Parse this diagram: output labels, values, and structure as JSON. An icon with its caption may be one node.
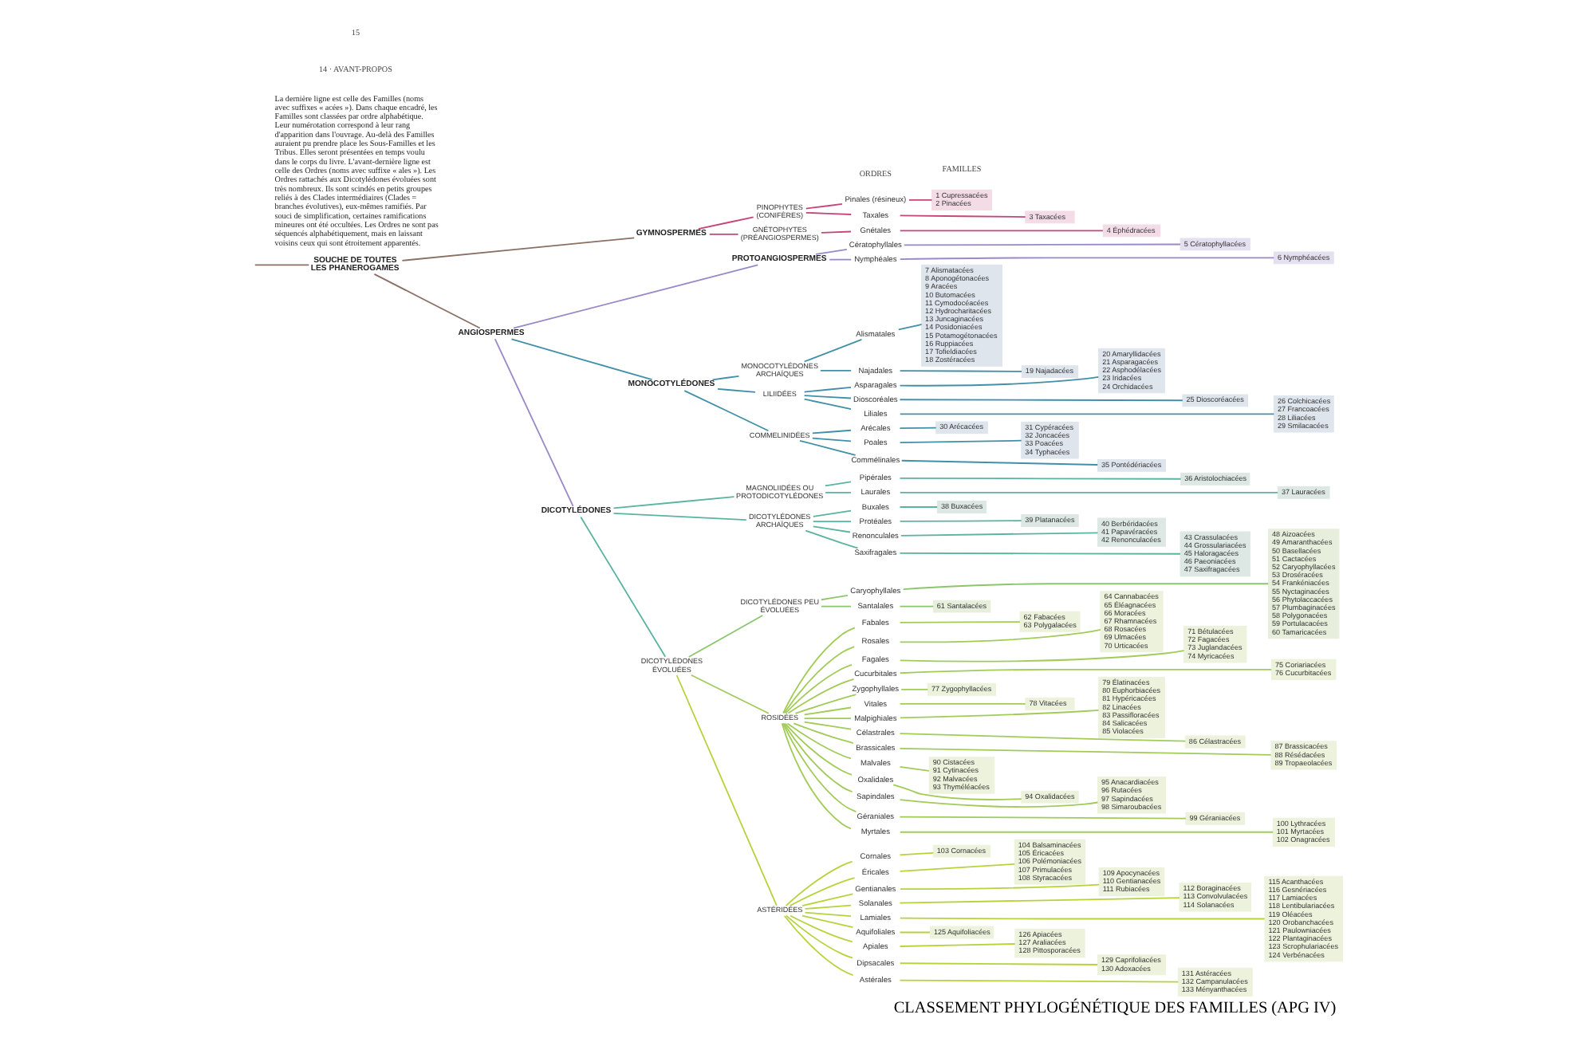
{
  "diagram": {
    "title": "CLASSEMENT PHYLOGÉNÉTIQUE DES FAMILLES (APG IV)",
    "nodes": [
      {
        "text": [
          "1 Cupressacées",
          "2 Pinacées"
        ]
      },
      {
        "text": [
          "3 Taxacées"
        ]
      },
      {
        "text": [
          "4 Éphédracées"
        ]
      },
      {
        "text": [
          "5 Cératophyllacées"
        ]
      },
      {
        "text": [
          "6 Nymphéacées"
        ]
      },
      {
        "text": [
          "7 Alismatacées",
          "8 Aponogétonacées",
          "9 Aracées",
          "10 Butomacées",
          "11 Cymodocéacées",
          "12 Hydrocharitacées",
          "13 Juncaginacées",
          "14 Posidoniacées",
          "15 Potamogétonacées",
          "16 Ruppiacées",
          "17 Tofieldiacées",
          "18 Zostéracées"
        ]
      },
      {
        "text": [
          "19 Najadacées"
        ]
      },
      {
        "text": [
          "20 Amaryllidacées",
          "21 Asparagacées",
          "22 Asphodélacées",
          "23 Iridacées",
          "24 Orchidacées"
        ]
      },
      {
        "text": [
          "25 Dioscoréacées"
        ]
      },
      {
        "text": [
          "26 Colchicacées",
          "27 Francoacées",
          "28 Liliacées",
          "29 Smilacacées"
        ]
      },
      {
        "text": [
          "30 Arécacées"
        ]
      },
      {
        "text": [
          "31 Cypéracées",
          "32 Joncacées",
          "33 Poacées",
          "34 Typhacées"
        ]
      },
      {
        "text": [
          "35 Pontédériacées"
        ]
      },
      {
        "text": [
          "36 Aristolochiacées"
        ]
      },
      {
        "text": [
          "37 Lauracées"
        ]
      },
      {
        "text": [
          "38 Buxacées"
        ]
      },
      {
        "text": [
          "39 Platanacées"
        ]
      },
      {
        "text": [
          "40 Berbéridacées",
          "41 Papavéracées",
          "42 Renonculacées"
        ]
      },
      {
        "text": [
          "43 Crassulacées",
          "44 Grossulariacées",
          "45 Haloragacées",
          "46 Paeoniacées",
          "47 Saxifragacées"
        ]
      },
      {
        "text": [
          "48 Aizoacées",
          "49 Amaranthacées",
          "50 Basellacées",
          "51 Cactacées",
          "52 Caryophyllacées",
          "53 Droséracées",
          "54 Frankéniacées",
          "55 Nyctaginacées",
          "56 Phytolaccacées",
          "57 Plumbaginacées",
          "58 Polygonacées",
          "59 Portulacacées",
          "60 Tamaricacées"
        ]
      },
      {
        "text": [
          "61 Santalacées"
        ]
      },
      {
        "text": [
          "62 Fabacées",
          "63 Polygalacées"
        ]
      },
      {
        "text": [
          "64 Cannabacées",
          "65 Éléagnacées",
          "66 Moracées",
          "67 Rhamnacées",
          "68 Rosacées",
          "69 Ulmacées",
          "70 Urticacées"
        ]
      },
      {
        "text": [
          "71 Bétulacées",
          "72 Fagacées",
          "73 Juglandacées",
          "74 Myricacées"
        ]
      },
      {
        "text": [
          "75 Coriariacées",
          "76 Cucurbitacées"
        ]
      },
      {
        "text": [
          "77 Zygophyllacées"
        ]
      },
      {
        "text": [
          "78 Vitacées"
        ]
      },
      {
        "text": [
          "79 Élatinacées",
          "80 Euphorbiacées",
          "81 Hypéricacées",
          "82 Linacées",
          "83 Passifloracées",
          "84 Salicacées",
          "85 Violacées"
        ]
      },
      {
        "text": [
          "86 Célastracées"
        ]
      },
      {
        "text": [
          "87 Brassicacées",
          "88 Résédacées",
          "89 Tropaeolacées"
        ]
      },
      {
        "text": [
          "90 Cistacées",
          "91 Cytinacées",
          "92 Malvacées",
          "93 Thyméléacées"
        ]
      },
      {
        "text": [
          "94 Oxalidacées"
        ]
      },
      {
        "text": [
          "95 Anacardiacées",
          "96 Rutacées",
          "97 Sapindacées",
          "98 Simaroubacées"
        ]
      },
      {
        "text": [
          "99 Géraniacées"
        ]
      },
      {
        "text": [
          "100 Lythracées",
          "101 Myrtacées",
          "102 Onagracées"
        ]
      },
      {
        "text": [
          "103 Cornacées"
        ]
      },
      {
        "text": [
          "104 Balsaminacées",
          "105 Éricacées",
          "106 Polémoniacées",
          "107 Primulacées",
          "108 Styracacées"
        ]
      },
      {
        "text": [
          "109 Apocynacées",
          "110 Gentianacées",
          "111 Rubiacées"
        ]
      },
      {
        "text": [
          "112 Boraginacées",
          "113 Convolvulacées",
          "114 Solanacées"
        ]
      },
      {
        "text": [
          "115 Acanthacées",
          "116 Gesnériacées",
          "117 Lamiacées",
          "118 Lentibulariacées",
          "119 Oléacées",
          "120 Orobanchacées",
          "121 Paulowniacées",
          "122 Plantaginacées",
          "123 Scrophulariacées",
          "124 Verbénacées"
        ]
      },
      {
        "text": [
          "125 Aquifoliacées"
        ]
      },
      {
        "text": [
          "126 Apiacées",
          "127 Araliacées",
          "128 Pittosporacées"
        ]
      },
      {
        "text": [
          "129 Caprifoliacées",
          "130 Adoxacées"
        ]
      },
      {
        "text": [
          "131 Astéracées",
          "132 Campanulacées",
          "133 Ményanthacées"
        ]
      },
      {
        "text": [
          "Pinales (résineux)"
        ]
      },
      {
        "text": [
          "Taxales"
        ]
      },
      {
        "text": [
          "Gnétales"
        ]
      },
      {
        "text": [
          "Cératophyllales"
        ]
      },
      {
        "text": [
          "Nymphéales"
        ]
      },
      {
        "text": [
          "Alismatales"
        ]
      },
      {
        "text": [
          "Najadales"
        ]
      },
      {
        "text": [
          "Asparagales"
        ]
      },
      {
        "text": [
          "Dioscoréales"
        ]
      },
      {
        "text": [
          "Liliales"
        ]
      },
      {
        "text": [
          "Arécales"
        ]
      },
      {
        "text": [
          "Poales"
        ]
      },
      {
        "text": [
          "Commélinales"
        ]
      },
      {
        "text": [
          "Pipérales"
        ]
      },
      {
        "text": [
          "Laurales"
        ]
      },
      {
        "text": [
          "Buxales"
        ]
      },
      {
        "text": [
          "Protéales"
        ]
      },
      {
        "text": [
          "Renonculales"
        ]
      },
      {
        "text": [
          "Saxifragales"
        ]
      },
      {
        "text": [
          "Caryophyllales"
        ]
      },
      {
        "text": [
          "Santalales"
        ]
      },
      {
        "text": [
          "Fabales"
        ]
      },
      {
        "text": [
          "Rosales"
        ]
      },
      {
        "text": [
          "Fagales"
        ]
      },
      {
        "text": [
          "Cucurbitales"
        ]
      },
      {
        "text": [
          "Zygophyllales"
        ]
      },
      {
        "text": [
          "Vitales"
        ]
      },
      {
        "text": [
          "Malpighiales"
        ]
      },
      {
        "text": [
          "Célastrales"
        ]
      },
      {
        "text": [
          "Brassicales"
        ]
      },
      {
        "text": [
          "Malvales"
        ]
      },
      {
        "text": [
          "Oxalidales"
        ]
      },
      {
        "text": [
          "Sapindales"
        ]
      },
      {
        "text": [
          "Géraniales"
        ]
      },
      {
        "text": [
          "Myrtales"
        ]
      },
      {
        "text": [
          "Cornales"
        ]
      },
      {
        "text": [
          "Éricales"
        ]
      },
      {
        "text": [
          "Gentianales"
        ]
      },
      {
        "text": [
          "Solanales"
        ]
      },
      {
        "text": [
          "Lamiales"
        ]
      },
      {
        "text": [
          "Aquifoliales"
        ]
      },
      {
        "text": [
          "Apiales"
        ]
      },
      {
        "text": [
          "Dipsacales"
        ]
      },
      {
        "text": [
          "Astérales"
        ]
      },
      {
        "text": [
          "PINOPHYTES (CONIFÈRES)"
        ]
      },
      {
        "text": [
          "GNÉTOPHYTES (PRÉANGIOSPERMES)"
        ]
      },
      {
        "text": [
          "MONOCOTYLÉDONES ARCHAÏQUES"
        ]
      },
      {
        "text": [
          "LILIIDÉES"
        ]
      },
      {
        "text": [
          "COMMELINIDÉES"
        ]
      },
      {
        "text": [
          "MAGNOLIIDÉES OU PROTODICOTYLÉDONES"
        ]
      },
      {
        "text": [
          "DICOTYLÉDONES ARCHAÏQUES"
        ]
      },
      {
        "text": [
          "DICOTYLÉDONES PEU ÉVOLUÉES"
        ]
      },
      {
        "text": [
          "ROSIDÉES"
        ]
      },
      {
        "text": [
          "ASTÉRIDÉES"
        ]
      },
      {
        "text": [
          "DICOTYLÉDONES ÉVOLUÉES"
        ]
      },
      {
        "text": [
          "PROTOANGIOSPERMES"
        ]
      },
      {
        "text": [
          "MONOCOTYLÉDONES"
        ]
      },
      {
        "text": [
          "DICOTYLÉDONES"
        ]
      },
      {
        "text": [
          "GYMNOSPERMES"
        ]
      },
      {
        "text": [
          "ANGIOSPERMES"
        ]
      },
      {
        "text": [
          "SOUCHE DE TOUTES LES PHANEROGAMES"
        ]
      }
    ],
    "edges": [
      {
        "from": null,
        "to": 104,
        "arrow": "none",
        "color": "#8b6e64"
      },
      {
        "from": 104,
        "to": 102,
        "arrow": "none",
        "color": "#8b6e64"
      },
      {
        "from": 104,
        "to": 103,
        "arrow": "none",
        "color": "#8b6e64"
      },
      {
        "from": 102,
        "to": 88,
        "arrow": "none",
        "color": "#c4467a"
      },
      {
        "from": 102,
        "to": 89,
        "arrow": "none",
        "color": "#c4467a"
      },
      {
        "from": 88,
        "to": 44,
        "arrow": "none",
        "color": "#c4467a"
      },
      {
        "from": 88,
        "to": 45,
        "arrow": "none",
        "color": "#c4467a"
      },
      {
        "from": 89,
        "to": 46,
        "arrow": "none",
        "color": "#c4467a"
      },
      {
        "from": 44,
        "to": 0,
        "arrow": "none",
        "color": "#c4467a"
      },
      {
        "from": 45,
        "to": 1,
        "arrow": "none",
        "color": "#c4467a"
      },
      {
        "from": 46,
        "to": 2,
        "arrow": "none",
        "color": "#c4467a"
      },
      {
        "from": 103,
        "to": 99,
        "arrow": "none",
        "color": "#9a88c8"
      },
      {
        "from": 103,
        "to": 100,
        "arrow": "none",
        "color": "#4290a8"
      },
      {
        "from": 103,
        "to": 101,
        "arrow": "none",
        "color": "#9a88c8"
      },
      {
        "from": 99,
        "to": 47,
        "arrow": "none",
        "color": "#9a88c8"
      },
      {
        "from": 99,
        "to": 48,
        "arrow": "none",
        "color": "#9a88c8"
      },
      {
        "from": 47,
        "to": 3,
        "arrow": "none",
        "color": "#9a88c8"
      },
      {
        "from": 48,
        "to": 4,
        "arrow": "none",
        "color": "#9a88c8"
      },
      {
        "from": 100,
        "to": 90,
        "arrow": "none",
        "color": "#4290a8"
      },
      {
        "from": 100,
        "to": 91,
        "arrow": "none",
        "color": "#4290a8"
      },
      {
        "from": 100,
        "to": 92,
        "arrow": "none",
        "color": "#4290a8"
      },
      {
        "from": 90,
        "to": 49,
        "arrow": "none",
        "color": "#4290a8"
      },
      {
        "from": 90,
        "to": 50,
        "arrow": "none",
        "color": "#4290a8"
      },
      {
        "from": 91,
        "to": 51,
        "arrow": "none",
        "color": "#4290a8"
      },
      {
        "from": 91,
        "to": 52,
        "arrow": "none",
        "color": "#4290a8"
      },
      {
        "from": 91,
        "to": 53,
        "arrow": "none",
        "color": "#4290a8"
      },
      {
        "from": 92,
        "to": 54,
        "arrow": "none",
        "color": "#4290a8"
      },
      {
        "from": 92,
        "to": 55,
        "arrow": "none",
        "color": "#4290a8"
      },
      {
        "from": 92,
        "to": 56,
        "arrow": "none",
        "color": "#4290a8"
      },
      {
        "from": 49,
        "to": 5,
        "arrow": "none",
        "color": "#4290a8"
      },
      {
        "from": 50,
        "to": 6,
        "arrow": "none",
        "color": "#4290a8"
      },
      {
        "from": 51,
        "to": 7,
        "arrow": "none",
        "color": "#4290a8"
      },
      {
        "from": 52,
        "to": 8,
        "arrow": "none",
        "color": "#4290a8"
      },
      {
        "from": 53,
        "to": 9,
        "arrow": "none",
        "color": "#4290a8"
      },
      {
        "from": 54,
        "to": 10,
        "arrow": "none",
        "color": "#4290a8"
      },
      {
        "from": 55,
        "to": 11,
        "arrow": "none",
        "color": "#4290a8"
      },
      {
        "from": 56,
        "to": 12,
        "arrow": "none",
        "color": "#4290a8"
      },
      {
        "from": 101,
        "to": 93,
        "arrow": "none",
        "color": "#5bb4a0"
      },
      {
        "from": 101,
        "to": 94,
        "arrow": "none",
        "color": "#5bb4a0"
      },
      {
        "from": 101,
        "to": 98,
        "arrow": "none",
        "color": "#5bb4a0"
      },
      {
        "from": 93,
        "to": 57,
        "arrow": "none",
        "color": "#5bb4a0"
      },
      {
        "from": 93,
        "to": 58,
        "arrow": "none",
        "color": "#5bb4a0"
      },
      {
        "from": 94,
        "to": 59,
        "arrow": "none",
        "color": "#5bb4a0"
      },
      {
        "from": 94,
        "to": 60,
        "arrow": "none",
        "color": "#5bb4a0"
      },
      {
        "from": 94,
        "to": 61,
        "arrow": "none",
        "color": "#5bb4a0"
      },
      {
        "from": 94,
        "to": 62,
        "arrow": "none",
        "color": "#5bb4a0"
      },
      {
        "from": 57,
        "to": 13,
        "arrow": "none",
        "color": "#5bb4a0"
      },
      {
        "from": 58,
        "to": 14,
        "arrow": "none",
        "color": "#5bb4a0"
      },
      {
        "from": 59,
        "to": 15,
        "arrow": "none",
        "color": "#5bb4a0"
      },
      {
        "from": 60,
        "to": 16,
        "arrow": "none",
        "color": "#5bb4a0"
      },
      {
        "from": 61,
        "to": 17,
        "arrow": "none",
        "color": "#5bb4a0"
      },
      {
        "from": 62,
        "to": 18,
        "arrow": "none",
        "color": "#5bb4a0"
      },
      {
        "from": 98,
        "to": 95,
        "arrow": "none",
        "color": "#8bc56e"
      },
      {
        "from": 98,
        "to": 96,
        "arrow": "none"
      },
      {
        "from": 98,
        "to": 97,
        "arrow": "none",
        "color": "#b6d33c"
      },
      {
        "from": 95,
        "to": 63,
        "arrow": "none",
        "color": "#8bc56e"
      },
      {
        "from": 95,
        "to": 64,
        "arrow": "none",
        "color": "#8bc56e"
      },
      {
        "from": 63,
        "to": 19,
        "arrow": "none",
        "color": "#8bc56e"
      },
      {
        "from": 64,
        "to": 20,
        "arrow": "none",
        "color": "#8bc56e"
      },
      {
        "from": 96,
        "to": 65,
        "arrow": "none"
      },
      {
        "from": 96,
        "to": 66,
        "arrow": "none"
      },
      {
        "from": 96,
        "to": 67,
        "arrow": "none"
      },
      {
        "from": 96,
        "to": 68,
        "arrow": "none"
      },
      {
        "from": 96,
        "to": 69,
        "arrow": "none"
      },
      {
        "from": 96,
        "to": 70,
        "arrow": "none"
      },
      {
        "from": 96,
        "to": 71,
        "arrow": "none"
      },
      {
        "from": 96,
        "to": 72,
        "arrow": "none"
      },
      {
        "from": 96,
        "to": 73,
        "arrow": "none"
      },
      {
        "from": 96,
        "to": 74,
        "arrow": "none"
      },
      {
        "from": 96,
        "to": 75,
        "arrow": "none"
      },
      {
        "from": 96,
        "to": 76,
        "arrow": "none"
      },
      {
        "from": 96,
        "to": 77,
        "arrow": "none"
      },
      {
        "from": 96,
        "to": 78,
        "arrow": "none"
      },
      {
        "from": 65,
        "to": 21,
        "arrow": "none"
      },
      {
        "from": 66,
        "to": 22,
        "arrow": "none"
      },
      {
        "from": 67,
        "to": 23,
        "arrow": "none"
      },
      {
        "from": 68,
        "to": 24,
        "arrow": "none"
      },
      {
        "from": 69,
        "to": 25,
        "arrow": "none"
      },
      {
        "from": 70,
        "to": 26,
        "arrow": "none"
      },
      {
        "from": 71,
        "to": 27,
        "arrow": "none"
      },
      {
        "from": 72,
        "to": 28,
        "arrow": "none"
      },
      {
        "from": 73,
        "to": 29,
        "arrow": "none"
      },
      {
        "from": 74,
        "to": 30,
        "arrow": "none"
      },
      {
        "from": 75,
        "to": 31,
        "arrow": "none"
      },
      {
        "from": 76,
        "to": 32,
        "arrow": "none"
      },
      {
        "from": 77,
        "to": 33,
        "arrow": "none"
      },
      {
        "from": 78,
        "to": 34,
        "arrow": "none"
      },
      {
        "from": 97,
        "to": 79,
        "arrow": "none",
        "color": "#b6d33c"
      },
      {
        "from": 97,
        "to": 80,
        "arrow": "none",
        "color": "#b6d33c"
      },
      {
        "from": 97,
        "to": 81,
        "arrow": "none",
        "color": "#b6d33c"
      },
      {
        "from": 97,
        "to": 82,
        "arrow": "none",
        "color": "#b6d33c"
      },
      {
        "from": 97,
        "to": 83,
        "arrow": "none",
        "color": "#b6d33c"
      },
      {
        "from": 97,
        "to": 84,
        "arrow": "none",
        "color": "#b6d33c"
      },
      {
        "from": 97,
        "to": 85,
        "arrow": "none",
        "color": "#b6d33c"
      },
      {
        "from": 97,
        "to": 86,
        "arrow": "none",
        "color": "#b6d33c"
      },
      {
        "from": 97,
        "to": 87,
        "arrow": "none",
        "color": "#b6d33c"
      },
      {
        "from": 79,
        "to": 35,
        "arrow": "none",
        "color": "#b6d33c"
      },
      {
        "from": 80,
        "to": 36,
        "arrow": "none",
        "color": "#b6d33c"
      },
      {
        "from": 81,
        "to": 37,
        "arrow": "none",
        "color": "#b6d33c"
      },
      {
        "from": 82,
        "to": 38,
        "arrow": "none",
        "color": "#b6d33c"
      },
      {
        "from": 83,
        "to": 39,
        "arrow": "none",
        "color": "#b6d33c"
      },
      {
        "from": 84,
        "to": 40,
        "arrow": "none",
        "color": "#b6d33c"
      },
      {
        "from": 85,
        "to": 41,
        "arrow": "none",
        "color": "#b6d33c"
      },
      {
        "from": 86,
        "to": 42,
        "arrow": "none",
        "color": "#b6d33c"
      },
      {
        "from": 87,
        "to": 43,
        "arrow": "none",
        "color": "#b6d33c"
      }
    ],
    "labels": [
      "FAMILLES",
      "ORDRES",
      "La dernière ligne est celle des Familles (noms avec suffixes « acées »). Dans chaque encadré, les Familles sont classées par ordre alphabétique. Leur numérotation correspond à leur rang d'apparition dans l'ouvrage. Au-delà des Familles auraient pu prendre place les Sous-Familles et les Tribus. Elles seront présentées en temps voulu dans le corps du livre. L'avant-dernière ligne est celle des Ordres (noms avec suffixe « ales »). Les Ordres rattachés aux Dicotylédones évoluées sont très nombreux. Ils sont scindés en petits groupes reliés à des Clades intermédiaires (Clades = branches évolutives), eux-mêmes ramifiés. Par souci de simplification, certaines ramifications mineures ont été occultées. Les Ordres ne sont pas séquencés alphabétiquement, mais en laissant voisins ceux qui sont étroitement apparentés.",
      "14 · AVANT-PROPOS",
      "15"
    ]
  }
}
